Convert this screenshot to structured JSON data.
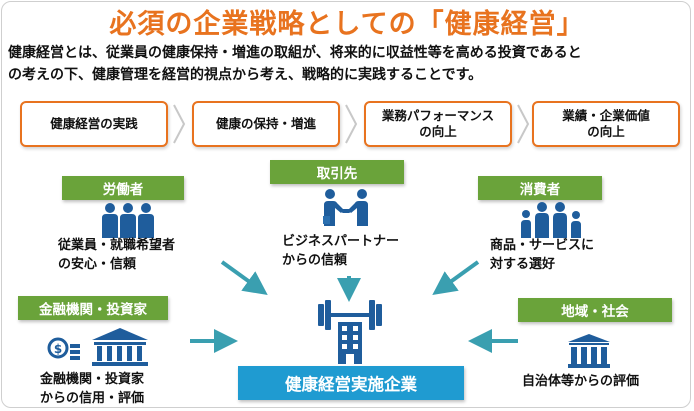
{
  "title": "必須の企業戦略としての「健康経営」",
  "intro": {
    "line1": "健康経営とは、従業員の健康保持・増進の取組が、将来的に収益性等を高める投資であると",
    "line2": "の考えの下、健康管理を経営的視点から考え、戦略的に実践することです。"
  },
  "steps": [
    {
      "line1": "健康経営の実践",
      "line2": ""
    },
    {
      "line1": "健康の保持・増進",
      "line2": ""
    },
    {
      "line1": "業務パフォーマンス",
      "line2": "の向上"
    },
    {
      "line1": "業績・企業価値",
      "line2": "の向上"
    }
  ],
  "stakeholders": {
    "workers": {
      "label": "労働者",
      "line1": "従業員・就職希望者",
      "line2": "の安心・信頼",
      "icon": "workers-icon"
    },
    "partners": {
      "label": "取引先",
      "line1": "ビジネスパートナー",
      "line2": "からの信頼",
      "icon": "handshake-icon"
    },
    "consumers": {
      "label": "消費者",
      "line1": "商品・サービスに",
      "line2": "対する選好",
      "icon": "family-icon"
    },
    "finance": {
      "label": "金融機関・投資家",
      "line1": "金融機関・投資家",
      "line2": "からの信用・評価",
      "icon": "bank-icon"
    },
    "community": {
      "label": "地域・社会",
      "line1": "自治体等からの評価",
      "line2": "",
      "icon": "city-hall-icon"
    }
  },
  "center": {
    "label": "健康経営実施企業",
    "icon": "building-dumbbell-icon"
  },
  "colors": {
    "title": "#e8731f",
    "step_border": "#e8731f",
    "label_bg": "#6aa33a",
    "center_bg": "#1f9bd1",
    "arrow": "#3a9fb0",
    "icon": "#1f5d9c"
  }
}
